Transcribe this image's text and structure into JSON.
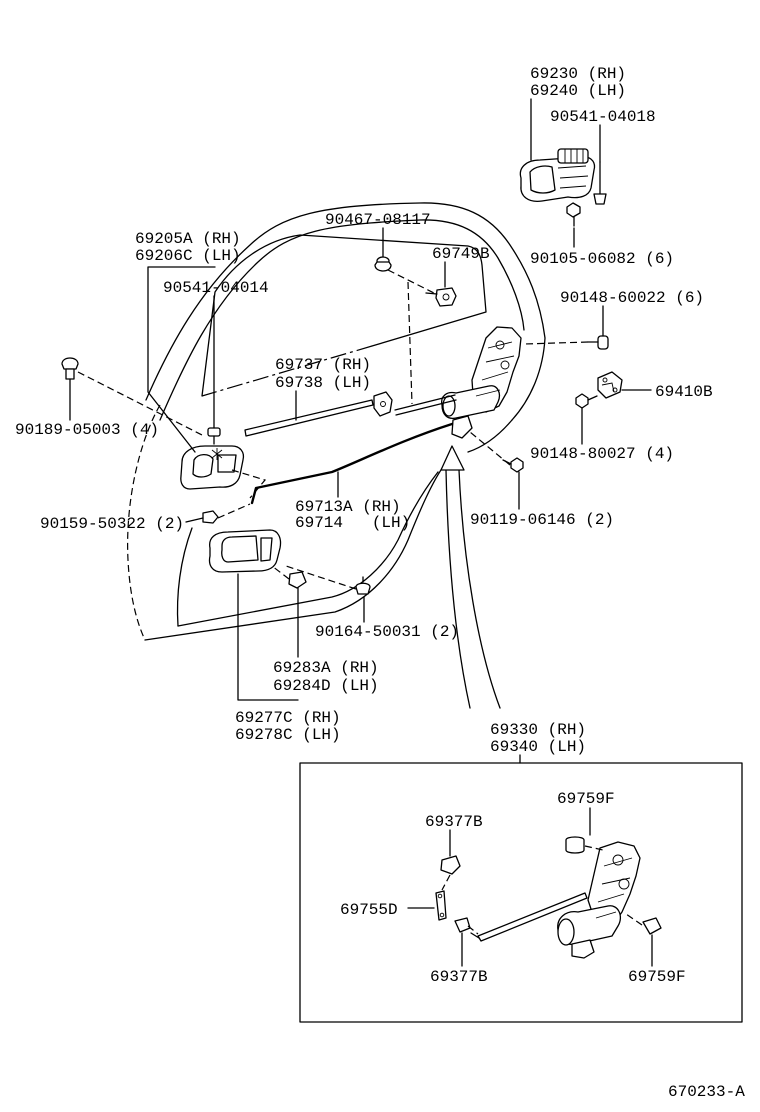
{
  "diagram": {
    "callouts": {
      "c69230": "69230 (RH)",
      "c69240": "69240 (LH)",
      "c90541_04018": "90541-04018",
      "c90105_06082": "90105-06082 (6)",
      "c90467_08117": "90467-08117",
      "c69749b": "69749B",
      "c90148_60022": "90148-60022 (6)",
      "c69410b": "69410B",
      "c90148_80027": "90148-80027 (4)",
      "c90119_06146": "90119-06146 (2)",
      "c69205a": "69205A (RH)",
      "c69206c": "69206C (LH)",
      "c90541_04014": "90541-04014",
      "c69737": "69737 (RH)",
      "c69738": "69738 (LH)",
      "c90189_05003": "90189-05003 (4)",
      "c69713a": "69713A (RH)",
      "c69714": "69714   (LH)",
      "c90159_50322": "90159-50322 (2)",
      "c90164_50031": "90164-50031 (2)",
      "c69283a": "69283A (RH)",
      "c69284d": "69284D (LH)",
      "c69277c": "69277C (RH)",
      "c69278c": "69278C (LH)",
      "c69330": "69330 (RH)",
      "c69340": "69340 (LH)"
    },
    "inset_callouts": {
      "c69759f_top": "69759F",
      "c69377b_top": "69377B",
      "c69755d": "69755D",
      "c69377b_bottom": "69377B",
      "c69759f_bottom": "69759F"
    },
    "figure_code": "670233-A"
  },
  "colors": {
    "ink": "#000000",
    "background": "#ffffff"
  }
}
